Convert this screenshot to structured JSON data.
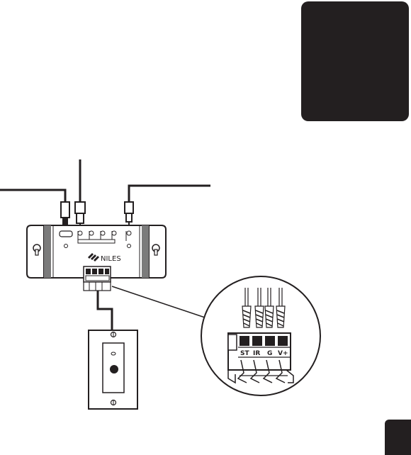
{
  "colors": {
    "ink": "#231f20",
    "plate_fill": "#ffffff",
    "chassis_shade": "#7b7b7b",
    "panel_dark": "#231f20"
  },
  "device": {
    "brand": "NILES",
    "logo_icon": "niles-logo-icon"
  },
  "terminal_labels": [
    "ST",
    "IR",
    "G",
    "V+"
  ],
  "wall_plate": {
    "sensor_icon": "ir-sensor-icon"
  }
}
